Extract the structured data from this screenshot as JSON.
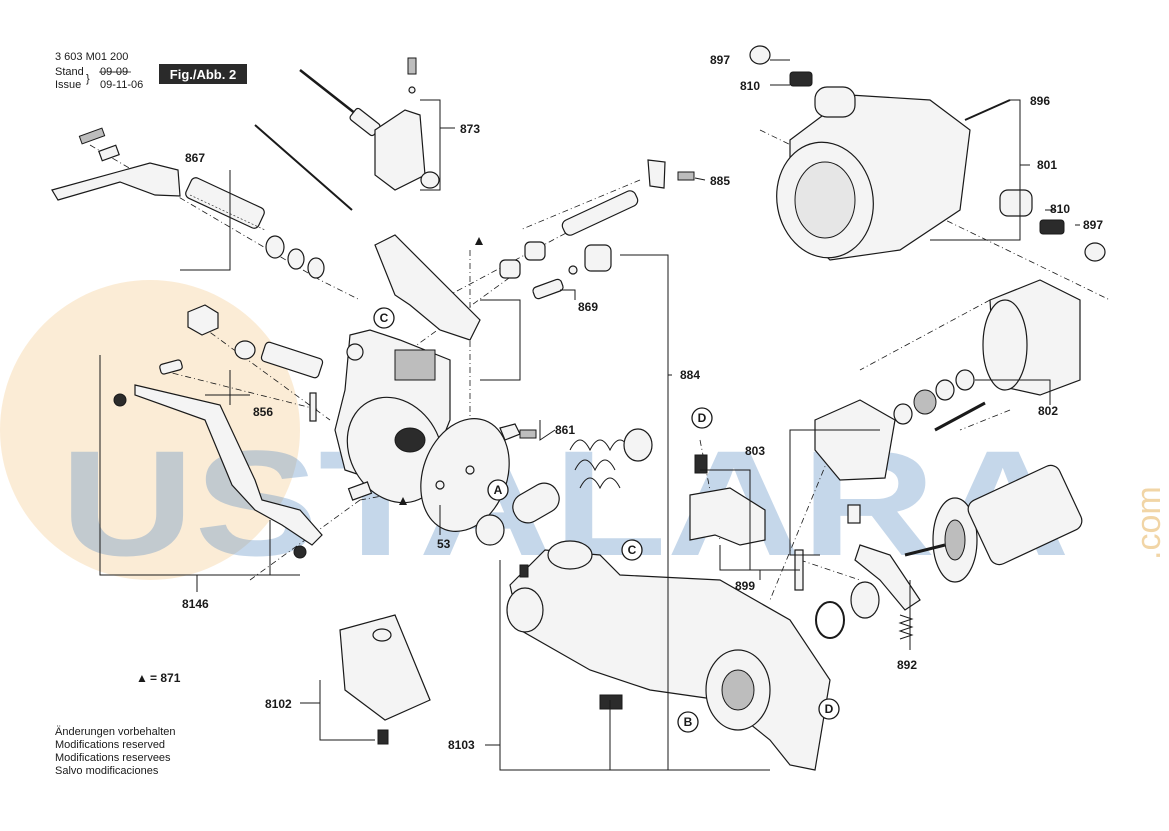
{
  "header": {
    "doc_number": "3 603 M01 200",
    "stand_label": "Stand",
    "issue_label": "Issue",
    "stand_date": "09-09",
    "issue_date": "09-11-06",
    "fig_label": "Fig./Abb. 2"
  },
  "watermark": {
    "brand": "USTALARA",
    "suffix": ".com",
    "colors": {
      "brand": "#5b8ec4",
      "accent": "#e2a33b"
    }
  },
  "legend": {
    "symbol": "▲",
    "text": "= 871"
  },
  "footer_notes": [
    "Änderungen vorbehalten",
    "Modifications reserved",
    "Modifications reservees",
    "Salvo modificaciones"
  ],
  "part_numbers": {
    "p867": "867",
    "p873": "873",
    "p856": "856",
    "p8146": "8146",
    "p53": "53",
    "p861": "861",
    "p869": "869",
    "p885": "885",
    "p884": "884",
    "p897a": "897",
    "p810a": "810",
    "p896": "896",
    "p801": "801",
    "p810b": "810",
    "p897b": "897",
    "p802": "802",
    "p803": "803",
    "p899": "899",
    "p892": "892",
    "p8102": "8102",
    "p8103": "8103"
  },
  "callouts": {
    "c1": "C",
    "c2": "C",
    "a1": "A",
    "b1": "B",
    "d1": "D",
    "d2": "D"
  }
}
